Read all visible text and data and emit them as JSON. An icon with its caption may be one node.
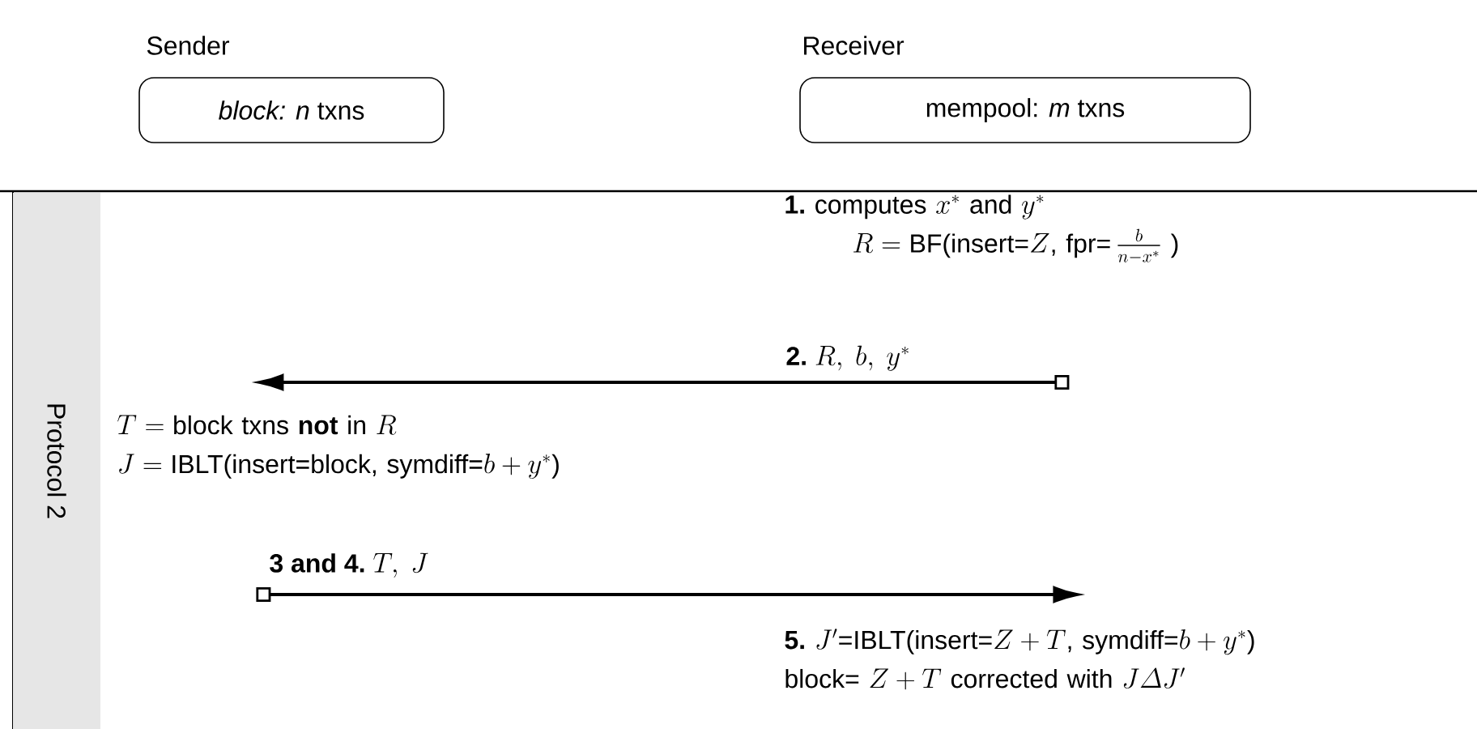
{
  "diagram": {
    "nodes": [
      {
        "text": [
          "Sender",
          "*block: n* txns"
        ]
      },
      {
        "text": [
          "Receiver",
          "mempool: *m* txns"
        ]
      },
      {
        "text": [
          "Protocol 2"
        ]
      },
      {
        "text": [
          "\\textbf{1.}\\ \\text{computes}\\ x^*\\ \\text{and}\\ y^*",
          "R = \\text{BF(insert=}Z\\text{, fpr=}\\,\\frac{b}{n-x^*}\\ \\text{)}"
        ]
      },
      {
        "text": [
          "T = \\text{block txns \\textbf{not} in } R",
          "J = \\text{IBLT(insert=block, symdiff=}b+y^*\\text{)}"
        ]
      },
      {
        "text": [
          "\\textbf{5.}\\ J'\\text{=IBLT(insert=}Z+T\\text{, symdiff=}b+y^*\\text{)}",
          "\\text{block= }Z+T\\text{ corrected with }J\\varDelta J'"
        ]
      }
    ],
    "edges": [
      {
        "from": 3,
        "to": 4,
        "arrow": "to",
        "label": "\\textbf{2.}\\ R,\\ b,\\ y^*"
      },
      {
        "from": 4,
        "to": 5,
        "arrow": "to",
        "label": "\\textbf{3 and 4.}\\ T,\\ J"
      }
    ]
  }
}
